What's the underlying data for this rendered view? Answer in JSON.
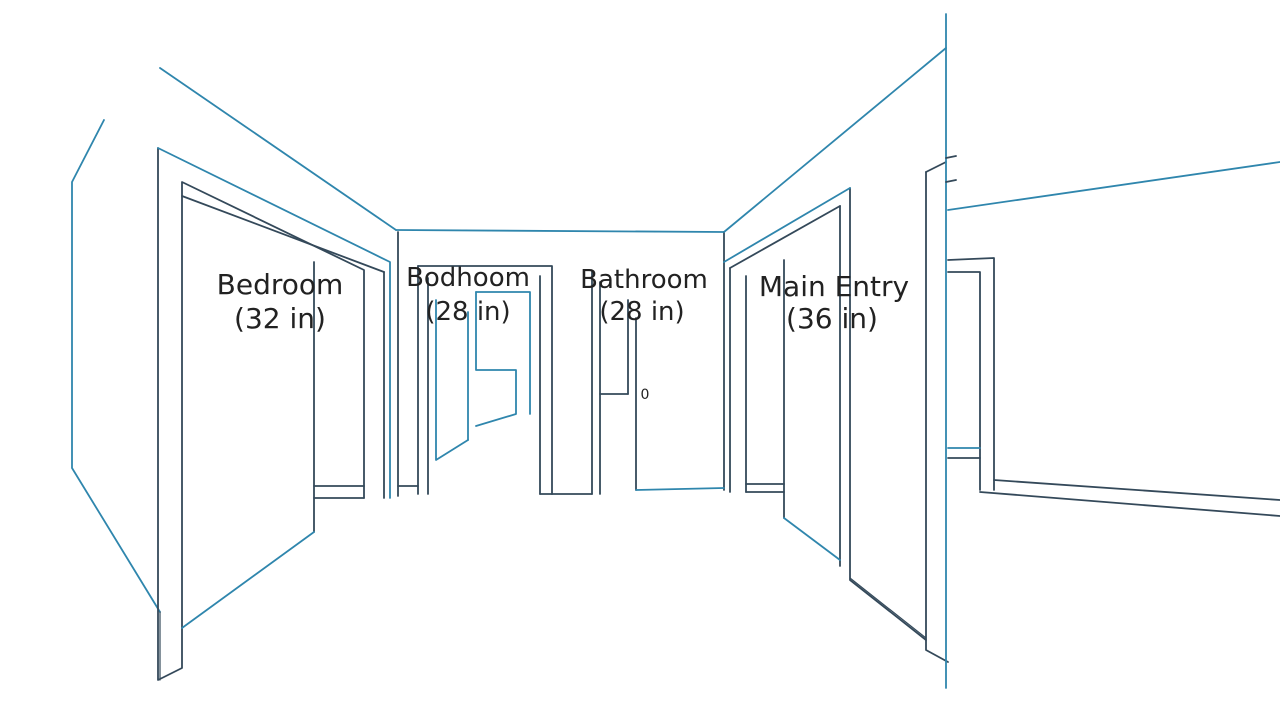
{
  "labels": {
    "bedroom_1": {
      "name": "Bedroom",
      "width": "(32 in)"
    },
    "bedroom_2": {
      "name": "Bodhoom",
      "width": "(28 in)"
    },
    "bathroom": {
      "name": "Bathroom",
      "width": "(28 in)"
    },
    "main_entry": {
      "name": "Main Entry",
      "width": "(36 in)"
    },
    "door_knob": "0"
  },
  "colors": {
    "line_blue": "#2f86ad",
    "line_dark": "#34495a",
    "text": "#222222",
    "paper": "#ffffff"
  }
}
